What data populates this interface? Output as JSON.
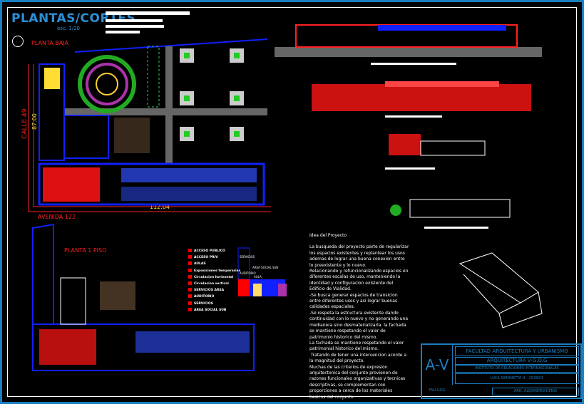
{
  "sheet": {
    "title": "PLANTAS/CORTES",
    "scale": "esc. 1/20",
    "colors": {
      "frame": "#1a7fc1",
      "walls": "#ff2020",
      "structure": "#0a1aff",
      "dimensions": "#ffe64d",
      "background": "#000000"
    }
  },
  "ground_floor": {
    "label": "PLANTA BAJA",
    "street_side": "CALLE 49",
    "side_dimension": "87.00",
    "street_front": "AVENIDA 122",
    "front_dimension": "112.04"
  },
  "first_floor": {
    "label": "PLANTA 1 PISO"
  },
  "legend": {
    "items": [
      "ACCESO PUBLICO",
      "ACCESO PRIV",
      "AULAS",
      "Exposiciones temporarias",
      "Circulacion horizontal",
      "Circulacion vertical",
      "SERVICIOS AREA",
      "AUDITORIO",
      "SERVICIOS",
      "AREA SOCIAL SUB"
    ],
    "area_labels": [
      "SERVICIOS",
      "AREA SOCIAL SUB",
      "AUDITORIO",
      "AULA"
    ]
  },
  "project_note": {
    "heading": "Idea del Proyecto",
    "body": "La busqueda del proyecto parte de regularizar los espacios existentes y replantear los usos ademas de lograr una buena conexion entre lo preexistente y lo nuevo.\nRelacionando y refuncionalizando espacios en diferentes escalas de uso, manteniendo la identidad y configuracion existente del Edificio de Vialidad.\n-Se busca generar espacios de transicion entre diferentes usos y asi lograr buenas calidades espaciales.\n-Se respeta la estructura existente dando continuidad con lo nuevo y no generando una medianera sino desmaterializarla. la fachada se mantiene respetando el valor de patrimonio historico del mismo.\nLa fachada se mantiene respetando el valor patrimonial historico del mismo.\n Tratando de tener una intervencion acorde a la magnitud del proyecto.\nMuchas de las criterios de expresion arquitectonica del conjunto provienen de razones funcionales organizativas y tecnicas descriptivas, se complementan con proporciones a cerca de los materiales basicos del conjunto."
  },
  "title_block": {
    "logo": "A-V",
    "faculty": "FACULTAD ARQUITECTURA Y URBANISMO",
    "course": "ARQUITECTURA V-G.O.G",
    "institute": "INSTITUTO DE RELACIONES INTERNACIONALES",
    "student": "LUCA SIMONETTA H - 25382/5",
    "code": "FAU-GOG",
    "professor": "ARQ. ALEJANDRO DENIS"
  }
}
